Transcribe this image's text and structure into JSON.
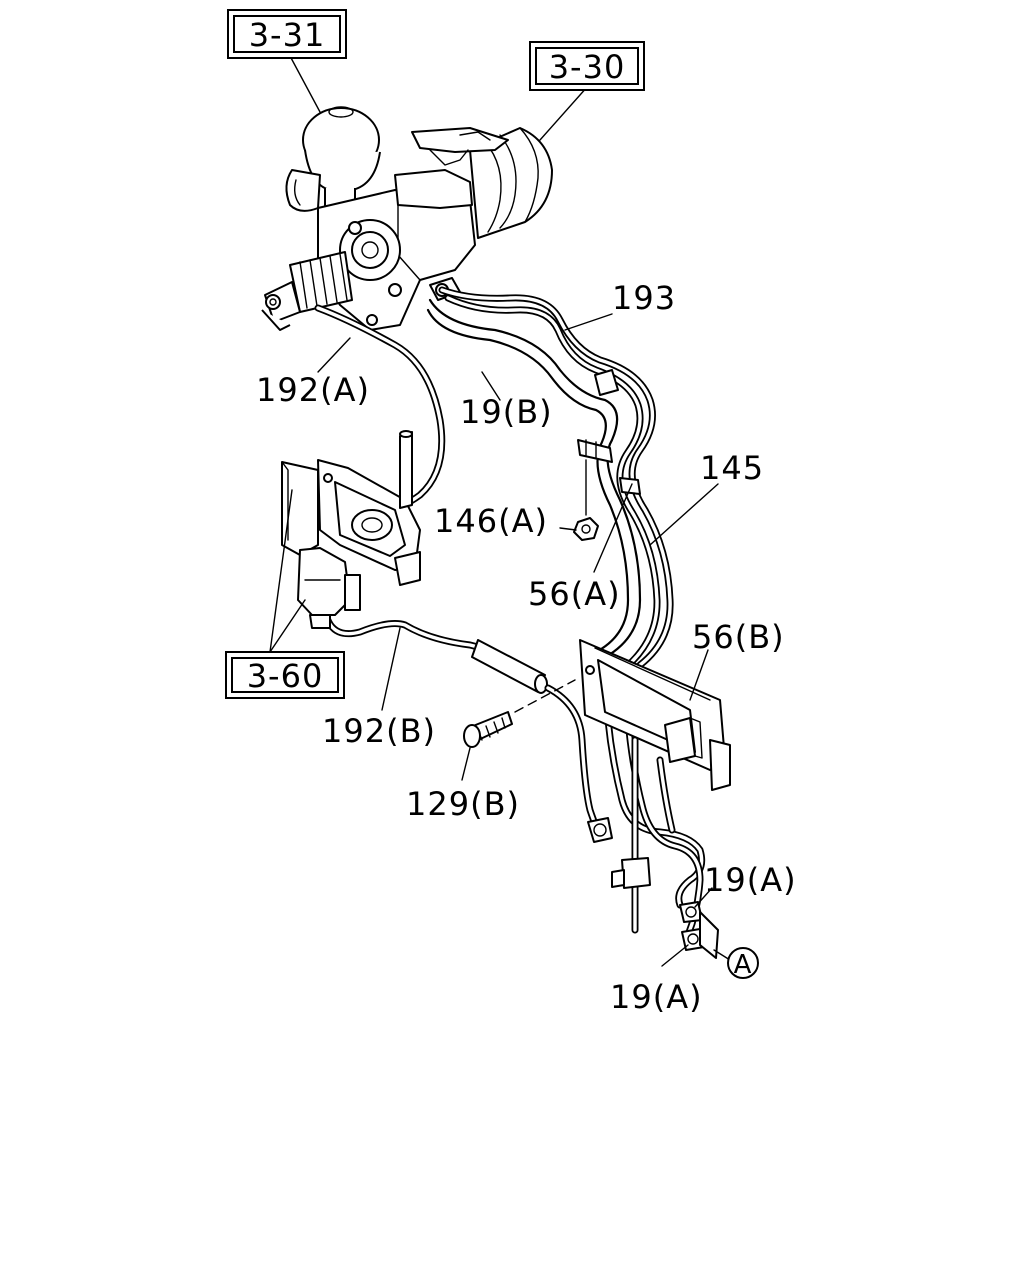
{
  "reference_boxes": {
    "ref_3_31": "3-31",
    "ref_3_30": "3-30",
    "ref_3_60": "3-60"
  },
  "part_labels": {
    "p193": "193",
    "p192a": "192(A)",
    "p19b": "19(B)",
    "p145": "145",
    "p146a": "146(A)",
    "p56a": "56(A)",
    "p56b": "56(B)",
    "p192b": "192(B)",
    "p129b": "129(B)",
    "p19a_upper": "19(A)",
    "p19a_lower": "19(A)"
  },
  "connector_marker": "A"
}
